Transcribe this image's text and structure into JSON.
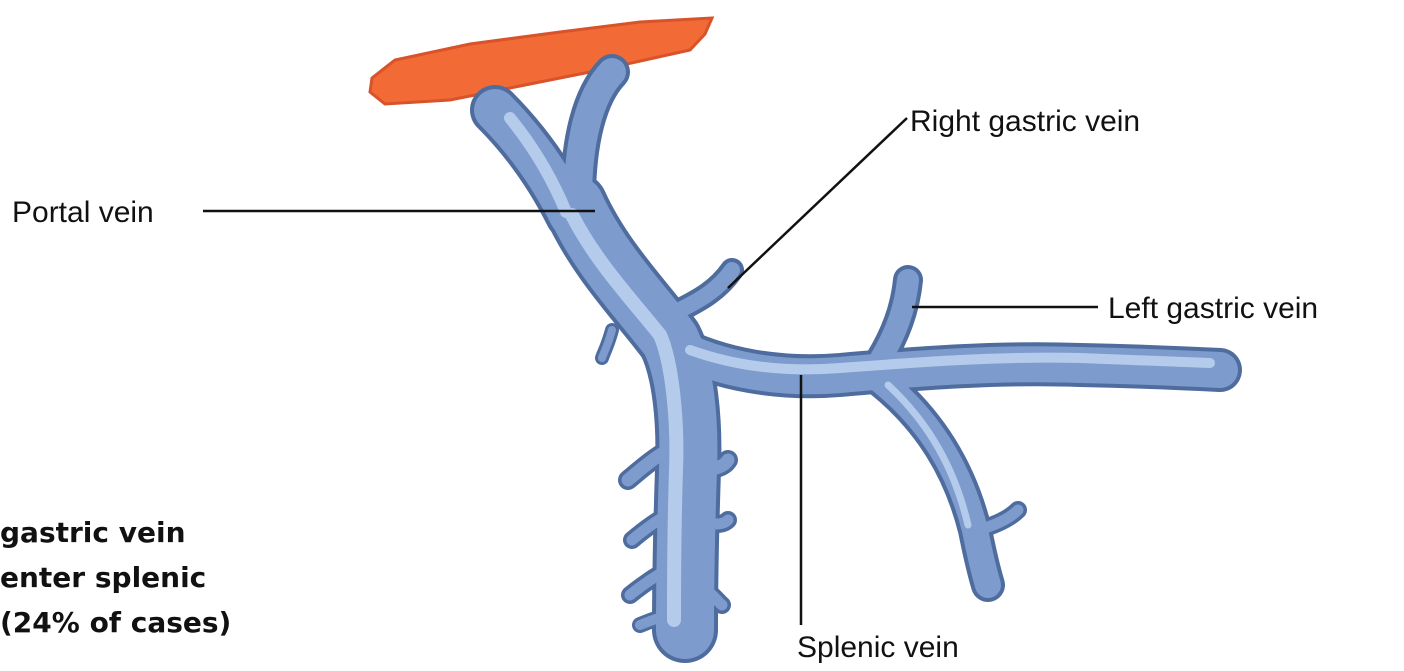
{
  "labels": {
    "portal_vein": "Portal vein",
    "right_gastric_vein": "Right gastric vein",
    "left_gastric_vein": "Left gastric vein",
    "splenic_vein": "Splenic vein"
  },
  "note": {
    "line1": "gastric vein",
    "line2": "enter splenic",
    "line3": "(24% of cases)"
  },
  "colors": {
    "vein": "#7d9bcc",
    "vein_dark": "#4e6c9e",
    "vein_light": "#b4cbeb",
    "liver": "#f26a35",
    "text": "#111111"
  }
}
